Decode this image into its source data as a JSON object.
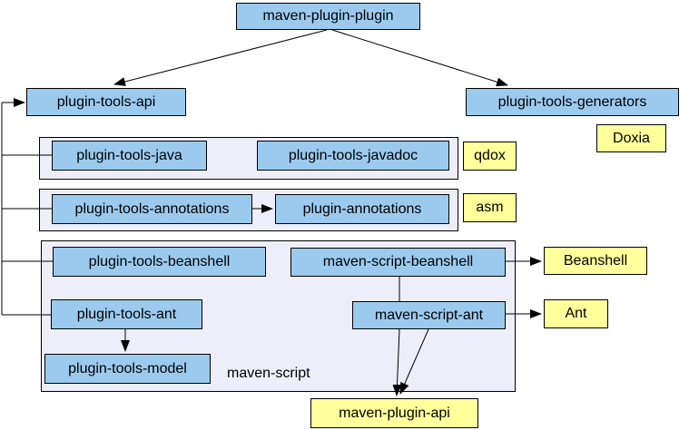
{
  "diagram": {
    "modules": {
      "maven_plugin_plugin": "maven-plugin-plugin",
      "plugin_tools_api": "plugin-tools-api",
      "plugin_tools_generators": "plugin-tools-generators",
      "plugin_tools_java": "plugin-tools-java",
      "plugin_tools_javadoc": "plugin-tools-javadoc",
      "plugin_tools_annotations": "plugin-tools-annotations",
      "plugin_annotations": "plugin-annotations",
      "plugin_tools_beanshell": "plugin-tools-beanshell",
      "plugin_tools_ant": "plugin-tools-ant",
      "plugin_tools_model": "plugin-tools-model",
      "maven_script_beanshell": "maven-script-beanshell",
      "maven_script_ant": "maven-script-ant"
    },
    "externals": {
      "qdox": "qdox",
      "asm": "asm",
      "doxia": "Doxia",
      "beanshell": "Beanshell",
      "ant": "Ant",
      "maven_plugin_api": "maven-plugin-api"
    },
    "groups": {
      "maven_script": "maven-script"
    },
    "edges": [
      {
        "from": "maven_plugin_plugin",
        "to": "plugin_tools_api",
        "arrow": true
      },
      {
        "from": "maven_plugin_plugin",
        "to": "plugin_tools_generators",
        "arrow": true
      },
      {
        "from": "left_spine",
        "to": "plugin_tools_api",
        "arrow": true
      },
      {
        "from": "plugin_tools_java",
        "to": "left_spine",
        "arrow": false
      },
      {
        "from": "plugin_tools_annotations",
        "to": "left_spine",
        "arrow": false
      },
      {
        "from": "plugin_tools_beanshell",
        "to": "left_spine",
        "arrow": false
      },
      {
        "from": "plugin_tools_ant",
        "to": "left_spine",
        "arrow": false
      },
      {
        "from": "plugin_tools_annotations",
        "to": "plugin_annotations",
        "arrow": true
      },
      {
        "from": "plugin_tools_ant",
        "to": "plugin_tools_model",
        "arrow": true
      },
      {
        "from": "maven_script_beanshell",
        "to": "maven_script_ant",
        "arrow": false
      },
      {
        "from": "maven_script_beanshell",
        "to": "beanshell",
        "arrow": true
      },
      {
        "from": "maven_script_ant",
        "to": "ant",
        "arrow": true
      },
      {
        "from": "maven_script_beanshell",
        "to": "maven_plugin_api",
        "arrow": true
      },
      {
        "from": "maven_script_ant",
        "to": "maven_plugin_api",
        "arrow": true
      }
    ],
    "colors": {
      "module_fill": "#9CCAEE",
      "external_fill": "#FFFF9C",
      "group_fill": "#EEEEFB",
      "border": "#000000",
      "background": "#FFFFFF"
    }
  }
}
